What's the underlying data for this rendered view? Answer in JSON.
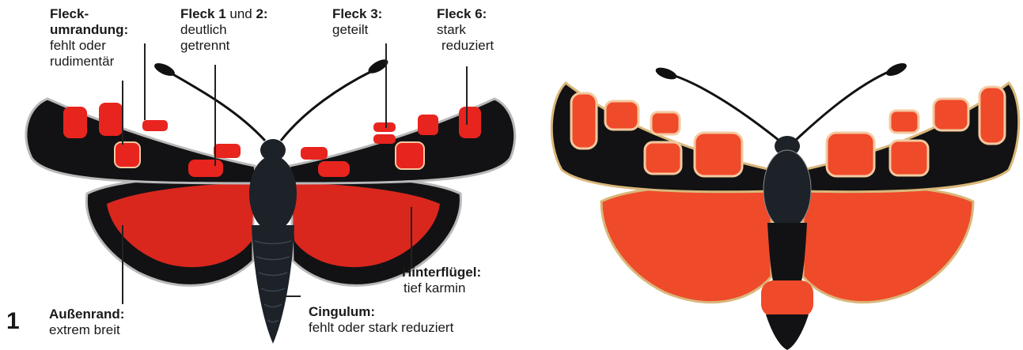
{
  "figure_number": "1",
  "labels": {
    "fleckumrandung": {
      "title_line1": "Fleck-",
      "title_line2": "umrandung:",
      "text_line1": "fehlt oder",
      "text_line2": "rudimentär"
    },
    "fleck12": {
      "bold1": "Fleck 1",
      "mid": " und ",
      "bold2": "2:",
      "text_line1": "deutlich",
      "text_line2": "getrennt"
    },
    "fleck3": {
      "title": "Fleck 3:",
      "text": "geteilt"
    },
    "fleck6": {
      "title": "Fleck 6:",
      "text_line1": "stark",
      "text_line2": "reduziert"
    },
    "hinterfluegel": {
      "title": "Hinterflügel:",
      "text": "tief karmin"
    },
    "aussenrand": {
      "title": "Außenrand:",
      "text": "extrem breit"
    },
    "cingulum": {
      "title": "Cingulum:",
      "text": "fehlt oder stark reduziert"
    }
  },
  "colors": {
    "wing_black": "#121214",
    "spot_red": "#e8241f",
    "hindwing_red": "#d9271e",
    "hindwing_red_right": "#ef4a2a",
    "spot_border_cream": "#f3c9a0",
    "fringe": "#b9b9b9",
    "fringe_gold": "#d9b77a",
    "body_dark": "#1c2228"
  }
}
